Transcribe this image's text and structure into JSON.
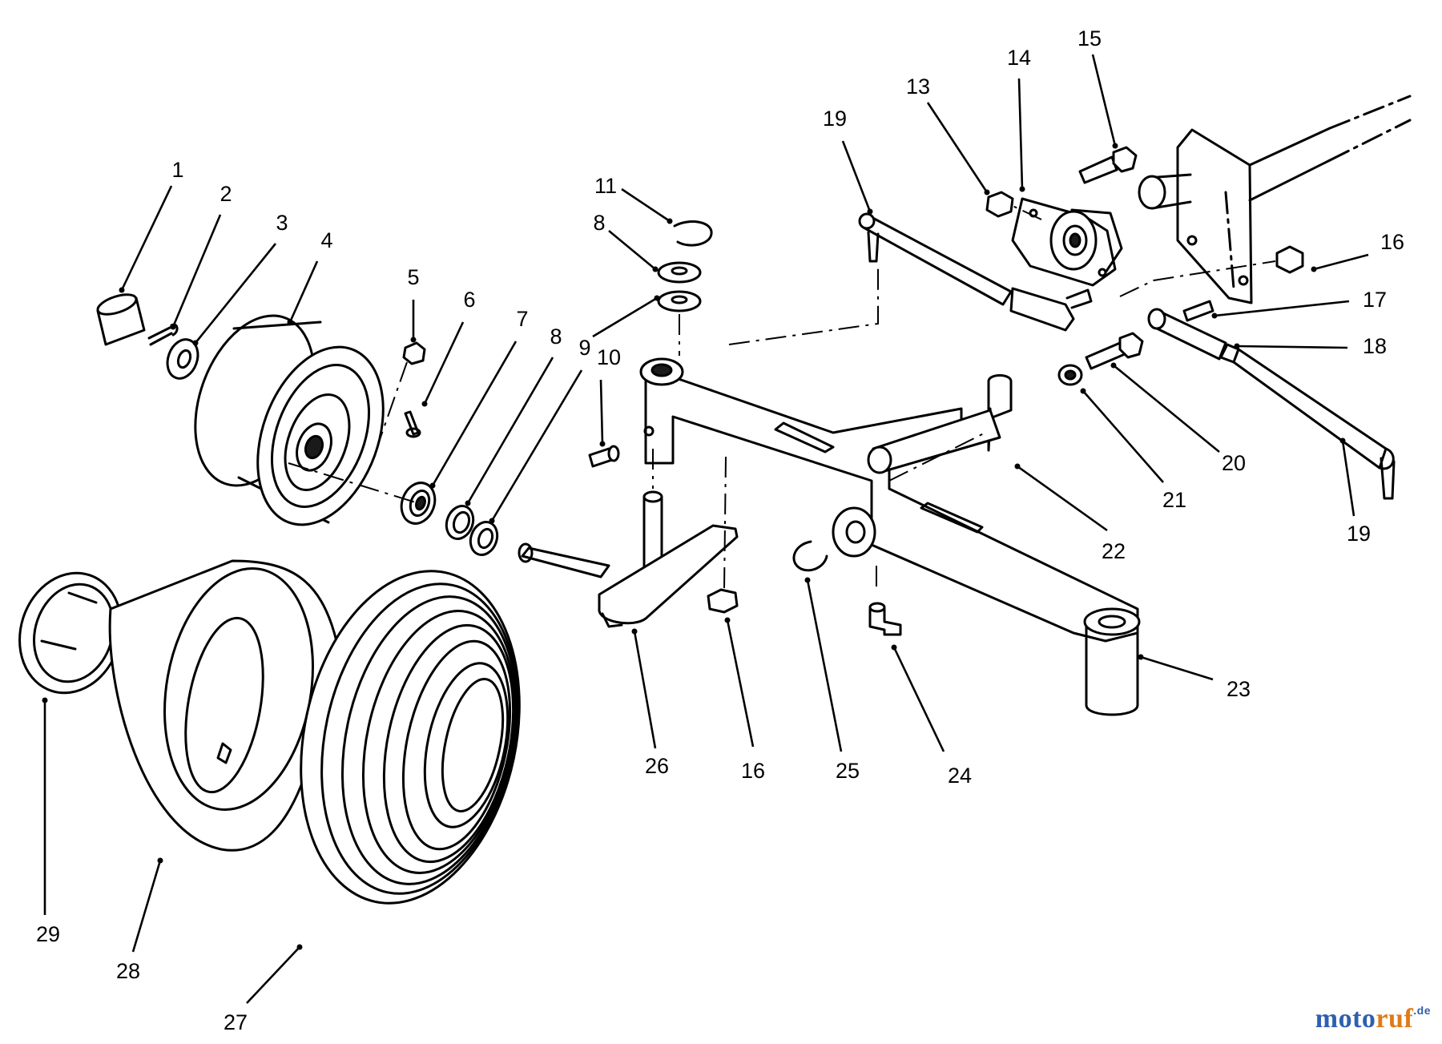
{
  "callouts": [
    {
      "id": "c1",
      "label": "1"
    },
    {
      "id": "c2",
      "label": "2"
    },
    {
      "id": "c3",
      "label": "3"
    },
    {
      "id": "c4",
      "label": "4"
    },
    {
      "id": "c5",
      "label": "5"
    },
    {
      "id": "c6",
      "label": "6"
    },
    {
      "id": "c7",
      "label": "7"
    },
    {
      "id": "c8a",
      "label": "8"
    },
    {
      "id": "c8b",
      "label": "8"
    },
    {
      "id": "c9a",
      "label": "9"
    },
    {
      "id": "c9b",
      "label": "9"
    },
    {
      "id": "c10",
      "label": "10"
    },
    {
      "id": "c11",
      "label": "11"
    },
    {
      "id": "c13",
      "label": "13"
    },
    {
      "id": "c14",
      "label": "14"
    },
    {
      "id": "c15",
      "label": "15"
    },
    {
      "id": "c16a",
      "label": "16"
    },
    {
      "id": "c16b",
      "label": "16"
    },
    {
      "id": "c17",
      "label": "17"
    },
    {
      "id": "c18",
      "label": "18"
    },
    {
      "id": "c19a",
      "label": "19"
    },
    {
      "id": "c19b",
      "label": "19"
    },
    {
      "id": "c20",
      "label": "20"
    },
    {
      "id": "c21",
      "label": "21"
    },
    {
      "id": "c22",
      "label": "22"
    },
    {
      "id": "c23",
      "label": "23"
    },
    {
      "id": "c24",
      "label": "24"
    },
    {
      "id": "c25",
      "label": "25"
    },
    {
      "id": "c26",
      "label": "26"
    },
    {
      "id": "c27",
      "label": "27"
    },
    {
      "id": "c28",
      "label": "28"
    },
    {
      "id": "c29",
      "label": "29"
    }
  ],
  "watermark": {
    "part_a": "moto",
    "part_b": "ruf",
    "suffix": ".de"
  },
  "colors": {
    "line": "#000000",
    "background": "#ffffff",
    "watermark_blue": "#2f5fb0",
    "watermark_orange": "#e07a18"
  }
}
